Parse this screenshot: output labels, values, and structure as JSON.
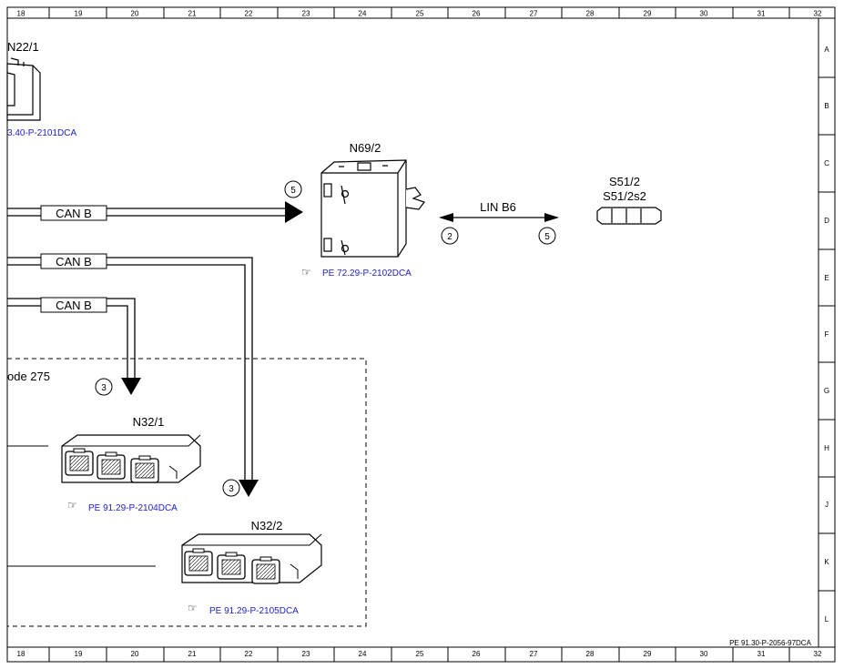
{
  "frame": {
    "column_numbers": [
      "18",
      "19",
      "20",
      "21",
      "22",
      "23",
      "24",
      "25",
      "26",
      "27",
      "28",
      "29",
      "30",
      "31",
      "32"
    ],
    "row_letters": [
      "A",
      "B",
      "C",
      "D",
      "E",
      "F",
      "G",
      "H",
      "J",
      "K",
      "L"
    ],
    "footer_ref": "PE 91.30-P-2056-97DCA"
  },
  "components": {
    "n22_1": {
      "label": "N22/1",
      "ref": "3.40-P-2101DCA"
    },
    "n69_2": {
      "label": "N69/2",
      "ref": "PE 72.29-P-2102DCA"
    },
    "s51_2": {
      "label": "S51/2",
      "sublabel": "S51/2s2"
    },
    "n32_1": {
      "label": "N32/1",
      "ref": "PE 91.29-P-2104DCA"
    },
    "n32_2": {
      "label": "N32/2",
      "ref": "PE 91.29-P-2105DCA"
    }
  },
  "connections": {
    "can_b_1": "CAN B",
    "can_b_2": "CAN B",
    "can_b_3": "CAN B",
    "lin": "LIN B6"
  },
  "pins": {
    "n69_2_can": "5",
    "n69_2_lin": "2",
    "s51_2_lin": "5",
    "n32_1_can": "3",
    "n32_2_can": "3"
  },
  "box": {
    "label": "ode 275"
  }
}
